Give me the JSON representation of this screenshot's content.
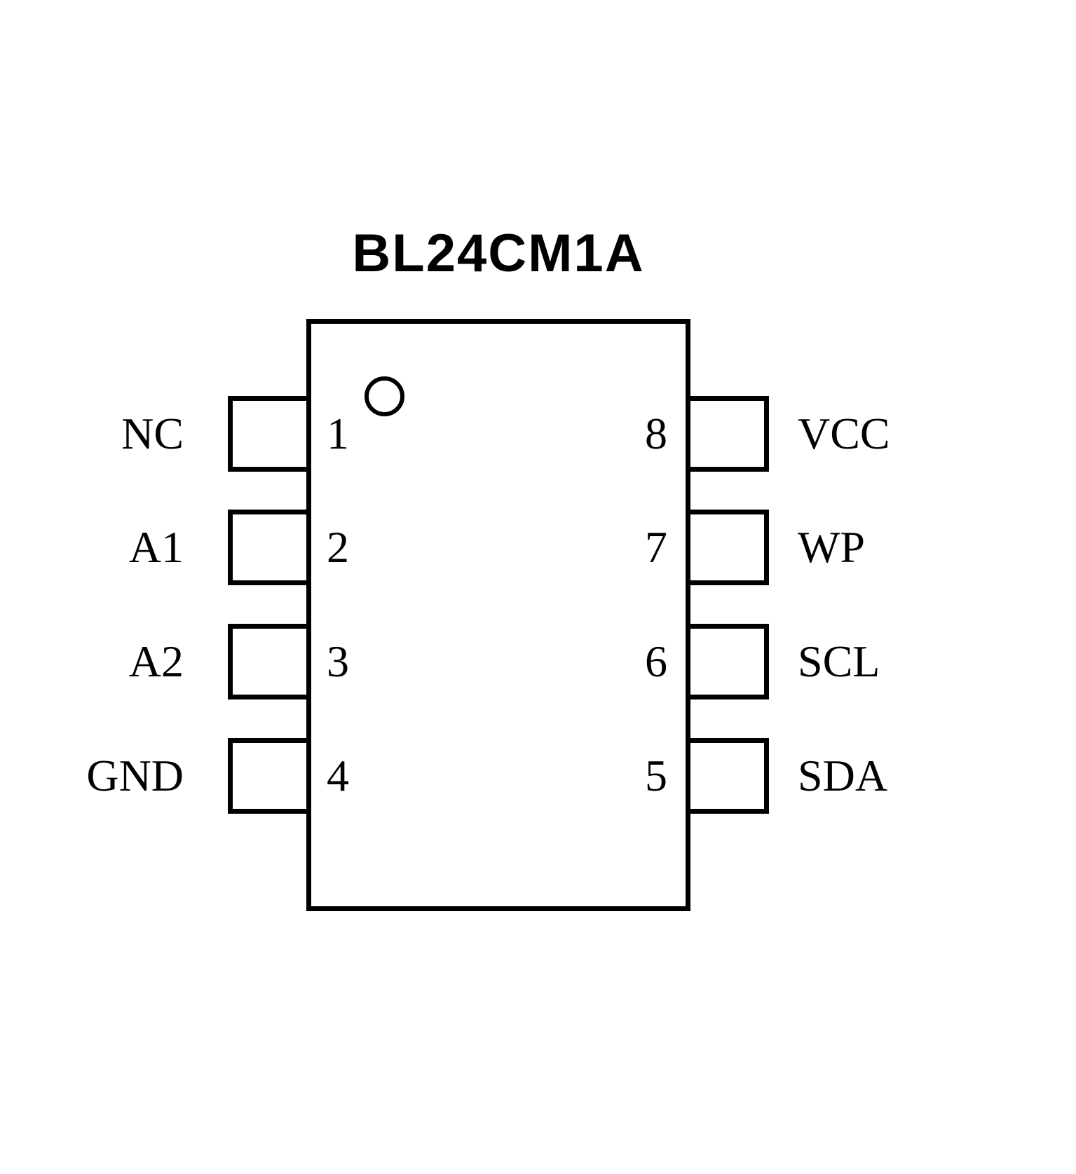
{
  "title": "BL24CM1A",
  "package": {
    "pin_count": 8,
    "pin1_indicator": "circle"
  },
  "colors": {
    "line": "#000000",
    "background": "#ffffff"
  },
  "pins": {
    "left": [
      {
        "number": "1",
        "label": "NC"
      },
      {
        "number": "2",
        "label": "A1"
      },
      {
        "number": "3",
        "label": "A2"
      },
      {
        "number": "4",
        "label": "GND"
      }
    ],
    "right": [
      {
        "number": "8",
        "label": "VCC"
      },
      {
        "number": "7",
        "label": "WP"
      },
      {
        "number": "6",
        "label": "SCL"
      },
      {
        "number": "5",
        "label": "SDA"
      }
    ]
  }
}
